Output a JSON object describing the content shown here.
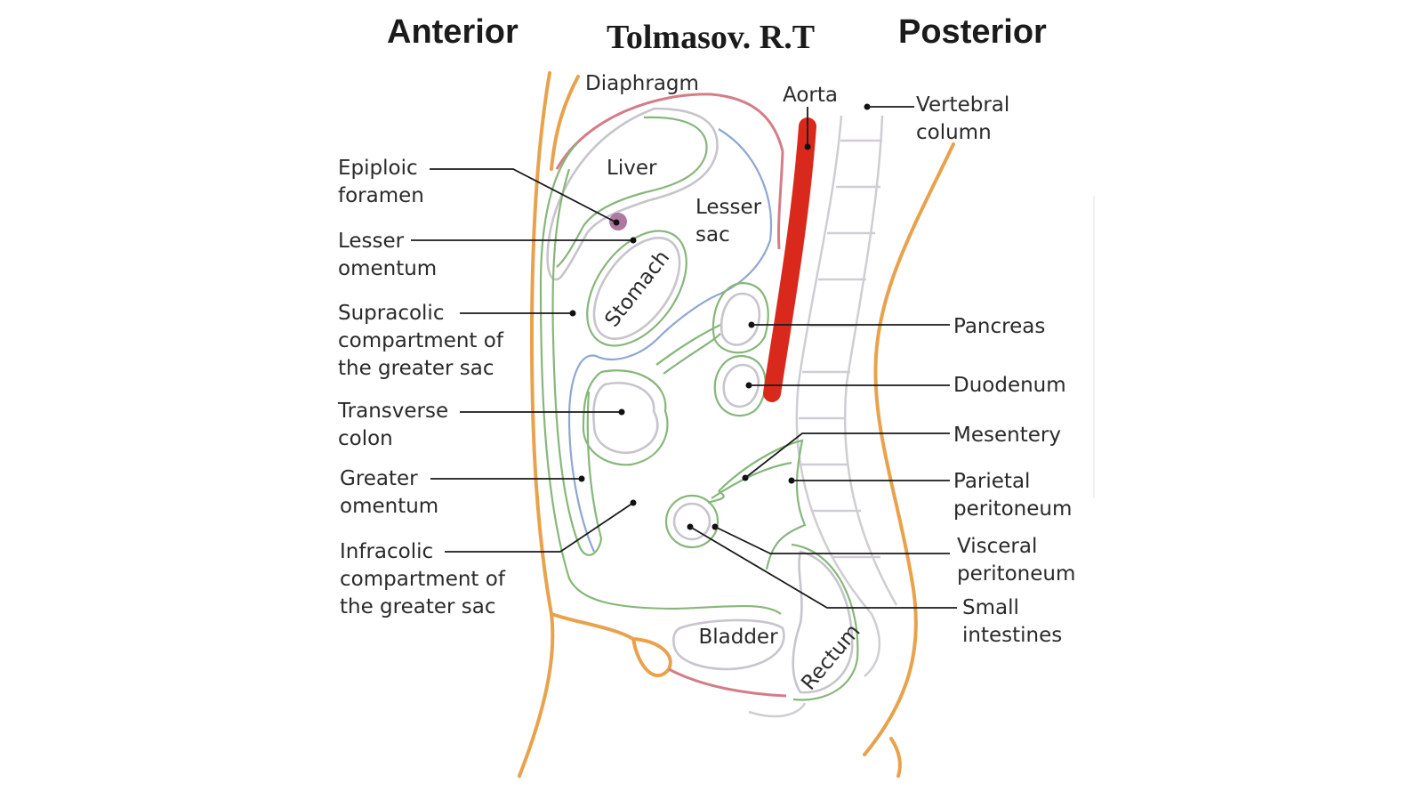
{
  "headings": {
    "anterior": "Anterior",
    "author": "Tolmasov. R.T",
    "posterior": "Posterior"
  },
  "labels": {
    "diaphragm": "Diaphragm",
    "aorta": "Aorta",
    "vertebral_column": [
      "Vertebral",
      "column"
    ],
    "liver": "Liver",
    "lesser_sac": [
      "Lesser",
      "sac"
    ],
    "stomach": "Stomach",
    "bladder": "Bladder",
    "rectum": "Rectum",
    "epiploic_foramen": [
      "Epiploic",
      "foramen"
    ],
    "lesser_omentum": [
      "Lesser",
      "omentum"
    ],
    "supracolic": [
      "Supracolic",
      "compartment of",
      "the greater sac"
    ],
    "transverse_colon": [
      "Transverse",
      "colon"
    ],
    "greater_omentum": [
      "Greater",
      "omentum"
    ],
    "infracolic": [
      "Infracolic",
      "compartment of",
      "the greater sac"
    ],
    "pancreas": "Pancreas",
    "duodenum": "Duodenum",
    "mesentery": "Mesentery",
    "parietal_peritoneum": [
      "Parietal",
      "peritoneum"
    ],
    "visceral_peritoneum": [
      "Visceral",
      "peritoneum"
    ],
    "small_intestines": [
      "Small",
      "intestines"
    ]
  },
  "colors": {
    "body_outline": "#e9a24c",
    "peritoneum": "#86b77a",
    "aorta": "#d9291c",
    "organ_outline": "#c7c4cc",
    "epiploic_foramen_marker": "#a0628f"
  }
}
